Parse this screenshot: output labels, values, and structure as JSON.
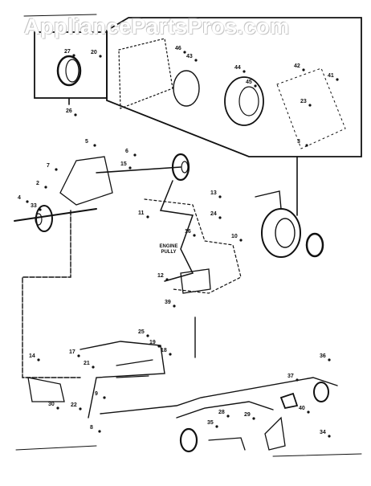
{
  "watermark": "AppliancePartsPros.com",
  "label": "ENGINE\nPULLY",
  "callouts": [
    "27",
    "20",
    "26",
    "46",
    "43",
    "44",
    "42",
    "45",
    "41",
    "23",
    "3",
    "5",
    "6",
    "7",
    "2",
    "4",
    "33",
    "15",
    "13",
    "16",
    "10",
    "11",
    "12",
    "39",
    "24",
    "25",
    "19",
    "18",
    "17",
    "14",
    "30",
    "22",
    "21",
    "9",
    "8",
    "28",
    "29",
    "35",
    "34",
    "36",
    "37",
    "40"
  ]
}
